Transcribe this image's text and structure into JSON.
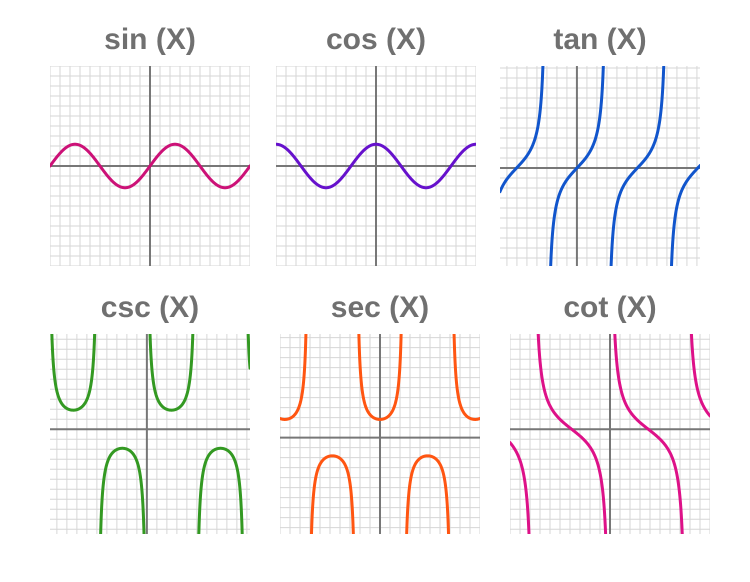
{
  "chart_data": [
    {
      "type": "line",
      "title": "sin (X)",
      "function": "sin",
      "color": "#cc1177",
      "xlim": [
        -6.283,
        6.283
      ],
      "ylim": [
        -4.6,
        4.6
      ],
      "grid": true
    },
    {
      "type": "line",
      "title": "cos (X)",
      "function": "cos",
      "color": "#6611cc",
      "xlim": [
        -6.283,
        6.283
      ],
      "ylim": [
        -4.6,
        4.6
      ],
      "grid": true
    },
    {
      "type": "line",
      "title": "tan (X)",
      "function": "tan",
      "color": "#1155cc",
      "xlim": [
        -4.0,
        6.4
      ],
      "ylim": [
        -4.8,
        5.0
      ],
      "grid": true
    },
    {
      "type": "line",
      "title": "csc (X)",
      "function": "csc",
      "color": "#339922",
      "xlim": [
        -6.2,
        6.6
      ],
      "ylim": [
        -5.5,
        5.0
      ],
      "grid": true
    },
    {
      "type": "line",
      "title": "sec (X)",
      "function": "sec",
      "color": "#ff5511",
      "xlim": [
        -6.6,
        6.6
      ],
      "ylim": [
        -5.3,
        5.7
      ],
      "grid": true
    },
    {
      "type": "line",
      "title": "cot (X)",
      "function": "cot",
      "color": "#dd1188",
      "xlim": [
        -4.1,
        4.1
      ],
      "ylim": [
        -5.5,
        5.0
      ],
      "grid": true
    }
  ]
}
